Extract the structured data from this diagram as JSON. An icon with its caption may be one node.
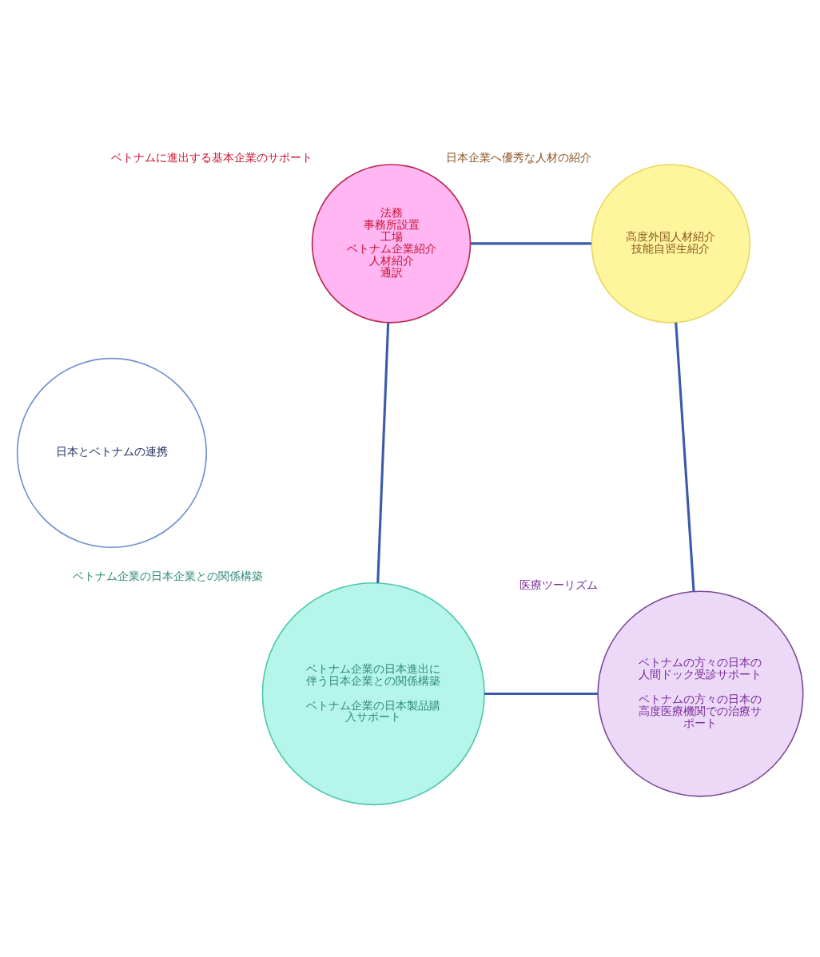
{
  "diagram": {
    "nodes": [
      {
        "text": [
          "ベトナムに進出する基本企業のサポート",
          "法務",
          "事務所設置",
          "工場",
          "ベトナム企業紹介",
          "人材紹介",
          "通訳"
        ]
      },
      {
        "text": [
          "日本企業へ優秀な人材の紹介",
          "高度外国人材紹介",
          "技能自習生紹介"
        ]
      },
      {
        "text": [
          "日本とベトナムの連携"
        ]
      },
      {
        "text": [
          "ベトナム企業の日本企業との関係構築",
          "ベトナム企業の日本進出に伴う日本企業との関係構築",
          "ベトナム企業の日本製品購入サポート"
        ]
      },
      {
        "text": [
          "医療ツーリズム",
          "ベトナムの方々の日本の人間ドック受診サポート",
          "ベトナムの方々の日本の高度医療機関での治療サポート"
        ]
      }
    ],
    "edges": [
      {
        "from": 0,
        "to": 1,
        "arrow": "none"
      },
      {
        "from": 1,
        "to": 4,
        "arrow": "none"
      },
      {
        "from": 4,
        "to": 3,
        "arrow": "none"
      },
      {
        "from": 3,
        "to": 0,
        "arrow": "none"
      }
    ]
  }
}
